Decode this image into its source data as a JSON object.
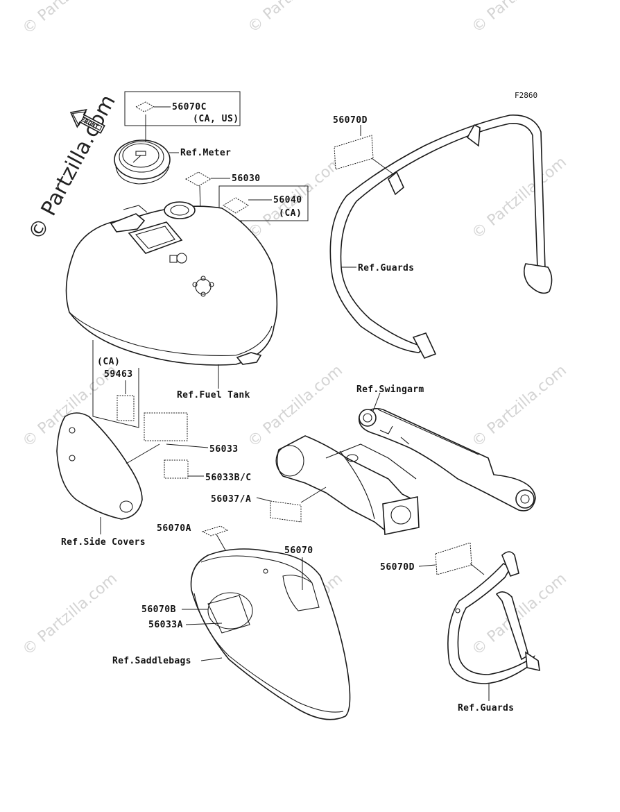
{
  "figure_code": "F2860",
  "watermark": {
    "tile_text": "© Partzilla.com",
    "main_text": "© Partzilla.com"
  },
  "front_arrow": {
    "label": "FRONT"
  },
  "part_labels": [
    {
      "id": "p56070C",
      "text": "56070C",
      "sub": "(CA, US)"
    },
    {
      "id": "p56030",
      "text": "56030"
    },
    {
      "id": "p56040",
      "text": "56040",
      "sub": "(CA)"
    },
    {
      "id": "p56070D_top",
      "text": "56070D"
    },
    {
      "id": "p59463",
      "text": "59463",
      "pre": "(CA)"
    },
    {
      "id": "p56033",
      "text": "56033"
    },
    {
      "id": "p56033BC",
      "text": "56033B/C"
    },
    {
      "id": "p56037A",
      "text": "56037/A"
    },
    {
      "id": "p56070A",
      "text": "56070A"
    },
    {
      "id": "p56070",
      "text": "56070"
    },
    {
      "id": "p56070D_bot",
      "text": "56070D"
    },
    {
      "id": "p56070B",
      "text": "56070B"
    },
    {
      "id": "p56033A",
      "text": "56033A"
    }
  ],
  "ref_labels": [
    {
      "id": "meter",
      "text": "Ref.Meter"
    },
    {
      "id": "guards_top",
      "text": "Ref.Guards"
    },
    {
      "id": "fuel_tank",
      "text": "Ref.Fuel Tank"
    },
    {
      "id": "swingarm",
      "text": "Ref.Swingarm"
    },
    {
      "id": "side_covers",
      "text": "Ref.Side Covers"
    },
    {
      "id": "saddlebags",
      "text": "Ref.Saddlebags"
    },
    {
      "id": "guards_bot",
      "text": "Ref.Guards"
    }
  ]
}
